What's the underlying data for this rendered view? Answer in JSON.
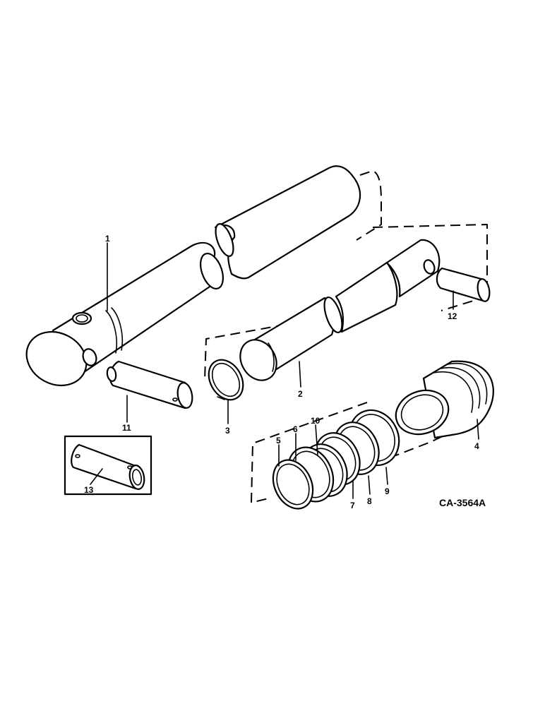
{
  "drawing_ref": "CA-3564A",
  "callouts": {
    "c1": "1",
    "c2": "2",
    "c3": "3",
    "c4": "4",
    "c5": "5",
    "c6": "6",
    "c7": "7",
    "c8": "8",
    "c9": "9",
    "c10": "10",
    "c11": "11",
    "c12": "12",
    "c13": "13"
  }
}
